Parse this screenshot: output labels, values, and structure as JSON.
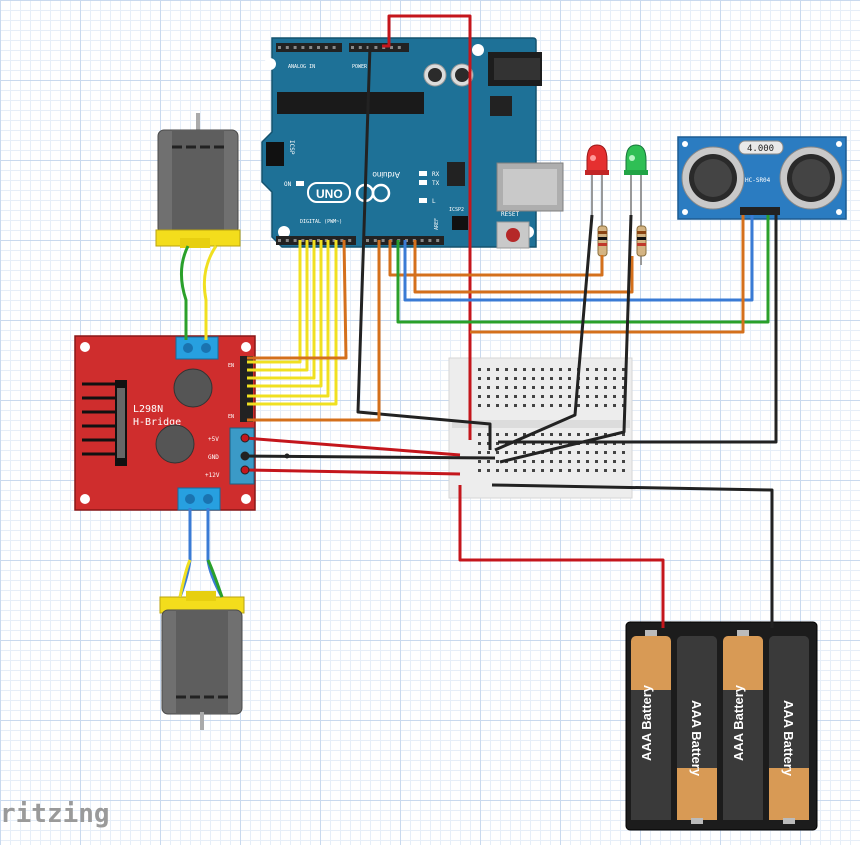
{
  "arduino": {
    "brand": "Arduino",
    "model": "UNO",
    "header_analog": "ANALOG IN",
    "header_power": "POWER",
    "header_digital": "DIGITAL (PWM~)",
    "icsp": "ICSP",
    "icsp2": "ICSP2",
    "on_label": "ON",
    "rx": "RX",
    "tx": "TX",
    "l_label": "L",
    "reset": "RESET",
    "aref": "AREF"
  },
  "hbridge": {
    "title": "L298N",
    "subtitle": "H-Bridge",
    "pin_5v": "+5V",
    "pin_gnd": "GND",
    "pin_12v": "+12V",
    "en_a": "EN",
    "en_b": "EN"
  },
  "sensor": {
    "display": "4.000",
    "model": "HC-SR04"
  },
  "battery": {
    "cell_label": "AAA Battery"
  },
  "watermark": "ritzing",
  "colors": {
    "red_wire": "#c4161c",
    "black_wire": "#222222",
    "orange_wire": "#d4701c",
    "yellow_wire": "#f0e020",
    "blue_wire": "#3a7bd5",
    "green_wire": "#2aa02a",
    "arduino_board": "#1e7197",
    "hbridge_board": "#cf2d2d",
    "sensor_board": "#2b7cc1"
  }
}
